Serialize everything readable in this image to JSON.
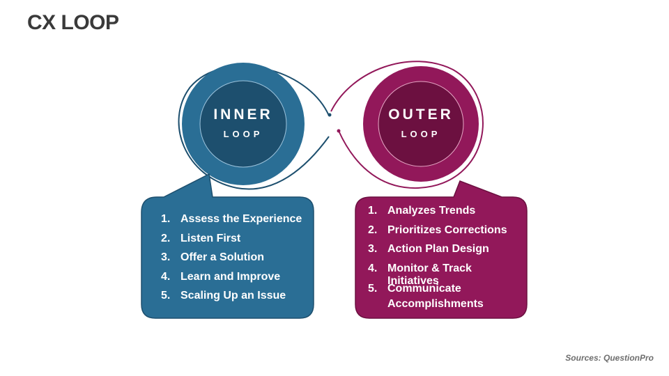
{
  "title": "CX LOOP",
  "inner": {
    "title": "INNER",
    "subtitle": "LOOP",
    "items": [
      {
        "num": "1.",
        "text": "Assess the Experience"
      },
      {
        "num": "2.",
        "text": "Listen First"
      },
      {
        "num": "3.",
        "text": "Offer a Solution"
      },
      {
        "num": "4.",
        "text": "Learn and Improve"
      },
      {
        "num": "5.",
        "text": "Scaling Up an Issue"
      }
    ]
  },
  "outer": {
    "title": "OUTER",
    "subtitle": "LOOP",
    "items": [
      {
        "num": "1.",
        "text": "Analyzes Trends"
      },
      {
        "num": "2.",
        "text": "Prioritizes Corrections"
      },
      {
        "num": "3.",
        "text": "Action Plan Design"
      },
      {
        "num": "4.",
        "text": "Monitor & Track Initiatives"
      },
      {
        "num": "5.",
        "text": "Communicate Accomplishments"
      }
    ]
  },
  "source": "Sources: QuestionPro",
  "colors": {
    "inner_dark": "#1d4f6e",
    "inner_light": "#2a6e95",
    "outer_dark": "#6c1040",
    "outer_light": "#92185a",
    "title": "#3a3a3a"
  }
}
